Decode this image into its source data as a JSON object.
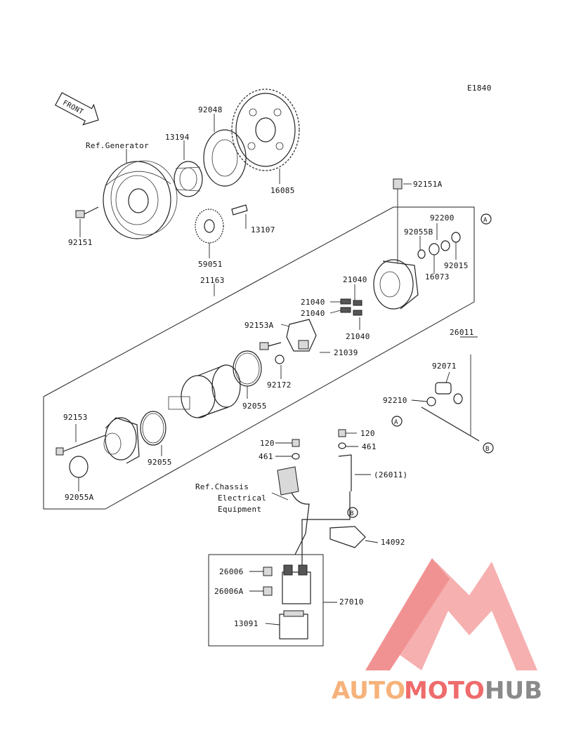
{
  "diagram_code": "E1840",
  "front_label": "FRONT",
  "ref_generator": "Ref.Generator",
  "ref_chassis": [
    "Ref.Chassis",
    "Electrical",
    "Equipment"
  ],
  "circle_refs": {
    "a": "A",
    "b": "B"
  },
  "parts": {
    "p92048": "92048",
    "p13194": "13194",
    "p16085": "16085",
    "p92151": "92151",
    "p13107": "13107",
    "p59051": "59051",
    "p21163": "21163",
    "p92151A": "92151A",
    "p92200": "92200",
    "p92055B": "92055B",
    "p92015": "92015",
    "p16073": "16073",
    "p21040a": "21040",
    "p21040b": "21040",
    "p21040c": "21040",
    "p21040d": "21040",
    "p92153A": "92153A",
    "p21039": "21039",
    "p92172": "92172",
    "p92055a": "92055",
    "p92055b": "92055",
    "p92153": "92153",
    "p92055A": "92055A",
    "p26011": "26011",
    "p92071": "92071",
    "p92210": "92210",
    "p120a": "120",
    "p461a": "461",
    "p120b": "120",
    "p461b": "461",
    "p26011ref": "(26011)",
    "p14092": "14092",
    "p26006": "26006",
    "p26006A": "26006A",
    "p27010": "27010",
    "p13091": "13091"
  },
  "watermark": {
    "part1": "AUTO",
    "part2": "MOTO",
    "part3": "HUB"
  },
  "colors": {
    "wm_orange": "#f6b27a",
    "wm_red": "#ef6b6b",
    "wm_gray": "#8a8a8a",
    "wm_pink": "#f7a9a9"
  }
}
